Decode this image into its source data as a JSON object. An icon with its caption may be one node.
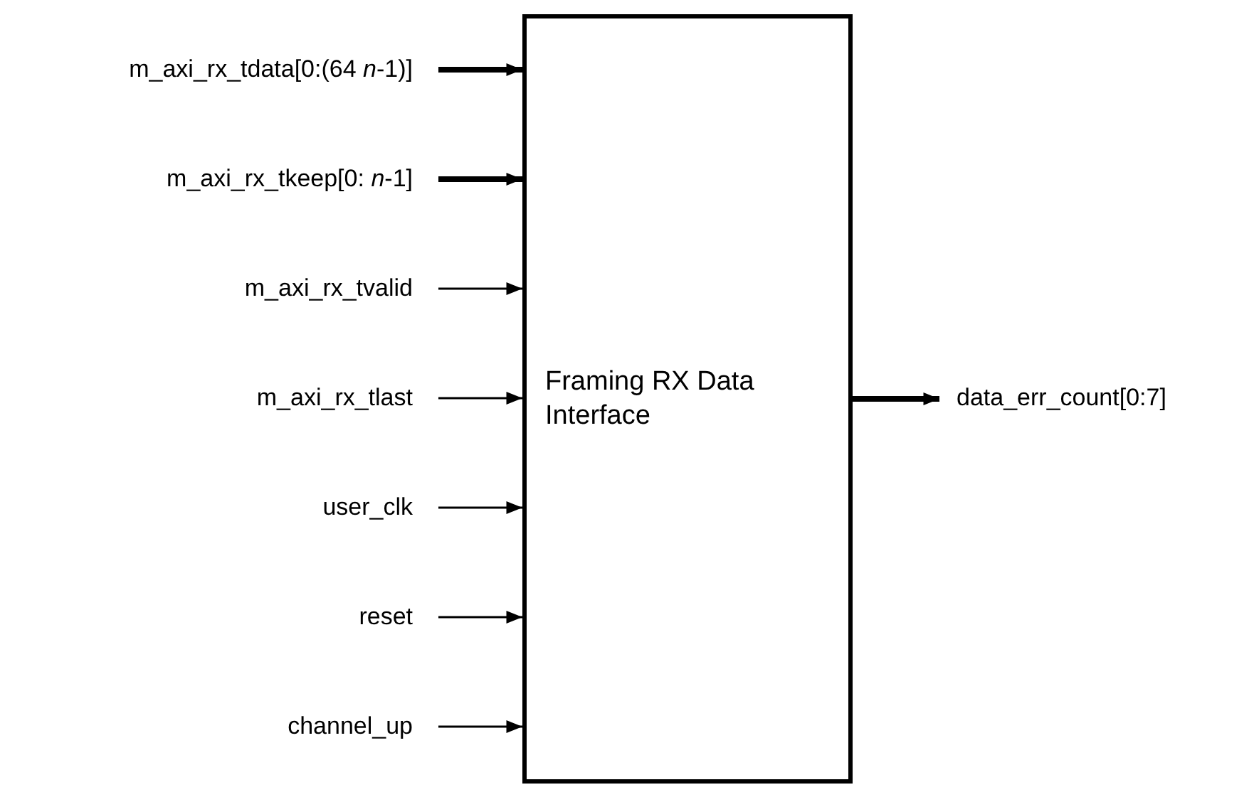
{
  "diagram": {
    "nodes": [
      {
        "text": [
          "Framing RX Data Interface"
        ]
      },
      {
        "text": [
          "m_axi_rx_tdata[0:(64 *n*-1)]"
        ]
      },
      {
        "text": [
          "m_axi_rx_tkeep[0: *n*-1]"
        ]
      },
      {
        "text": [
          "m_axi_rx_tvalid"
        ]
      },
      {
        "text": [
          "m_axi_rx_tlast"
        ]
      },
      {
        "text": [
          "user_clk"
        ]
      },
      {
        "text": [
          "reset"
        ]
      },
      {
        "text": [
          "channel_up"
        ]
      },
      {
        "text": [
          "data_err_count[0:7]"
        ]
      }
    ],
    "edges": [
      {
        "from": 1,
        "to": 0,
        "arrow": "to",
        "style": "thick"
      },
      {
        "from": 2,
        "to": 0,
        "arrow": "to",
        "style": "thick"
      },
      {
        "from": 3,
        "to": 0,
        "arrow": "to"
      },
      {
        "from": 4,
        "to": 0,
        "arrow": "to"
      },
      {
        "from": 5,
        "to": 0,
        "arrow": "to"
      },
      {
        "from": 6,
        "to": 0,
        "arrow": "to"
      },
      {
        "from": 7,
        "to": 0,
        "arrow": "to"
      },
      {
        "from": 0,
        "to": 8,
        "arrow": "to",
        "style": "thick"
      }
    ]
  }
}
